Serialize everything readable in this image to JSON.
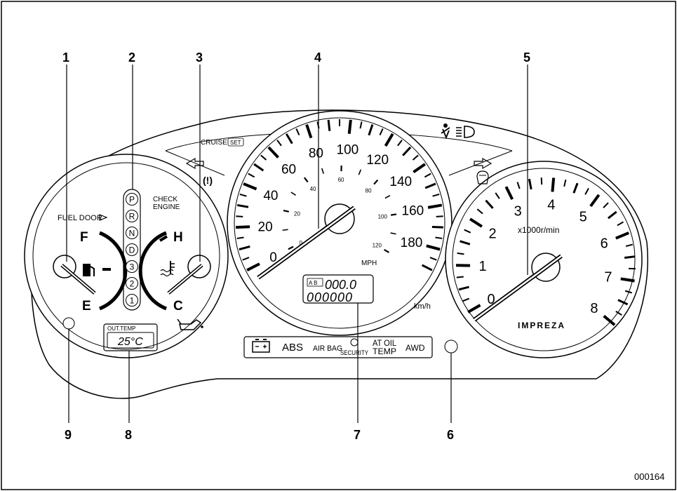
{
  "image_code": "000164",
  "callouts": [
    "1",
    "2",
    "3",
    "4",
    "5",
    "6",
    "7",
    "8",
    "9"
  ],
  "left_cluster": {
    "fuel_door": "FUEL DOOR",
    "fuel_full": "F",
    "fuel_empty": "E",
    "temp_hot": "H",
    "temp_cold": "C",
    "check_engine_line1": "CHECK",
    "check_engine_line2": "ENGINE",
    "gear_positions": [
      "P",
      "R",
      "N",
      "D",
      "3",
      "2",
      "1"
    ],
    "out_temp_label": "OUT.TEMP",
    "out_temp_value": "25°C"
  },
  "top_indicators": {
    "cruise": "CRUISE",
    "cruise_set": "SET",
    "brake_symbol": "(!)"
  },
  "speedometer": {
    "kmh_ticks": [
      "0",
      "20",
      "40",
      "60",
      "80",
      "100",
      "120",
      "140",
      "160",
      "180"
    ],
    "mph_ticks": [
      "0",
      "20",
      "40",
      "60",
      "80",
      "100",
      "120"
    ],
    "kmh_unit": "km/h",
    "mph_unit": "MPH",
    "odometer_ab": "A B",
    "trip_value": "000.0",
    "odo_value": "000000"
  },
  "tachometer": {
    "ticks": [
      "0",
      "1",
      "2",
      "3",
      "4",
      "5",
      "6",
      "7",
      "8"
    ],
    "unit": "x1000r/min",
    "brand": "IMPREZA"
  },
  "warning_strip": {
    "abs": "ABS",
    "airbag": "AIR BAG",
    "security": "SECURITY",
    "at_oil_line1": "AT OIL",
    "at_oil_line2": "TEMP",
    "awd": "AWD"
  }
}
